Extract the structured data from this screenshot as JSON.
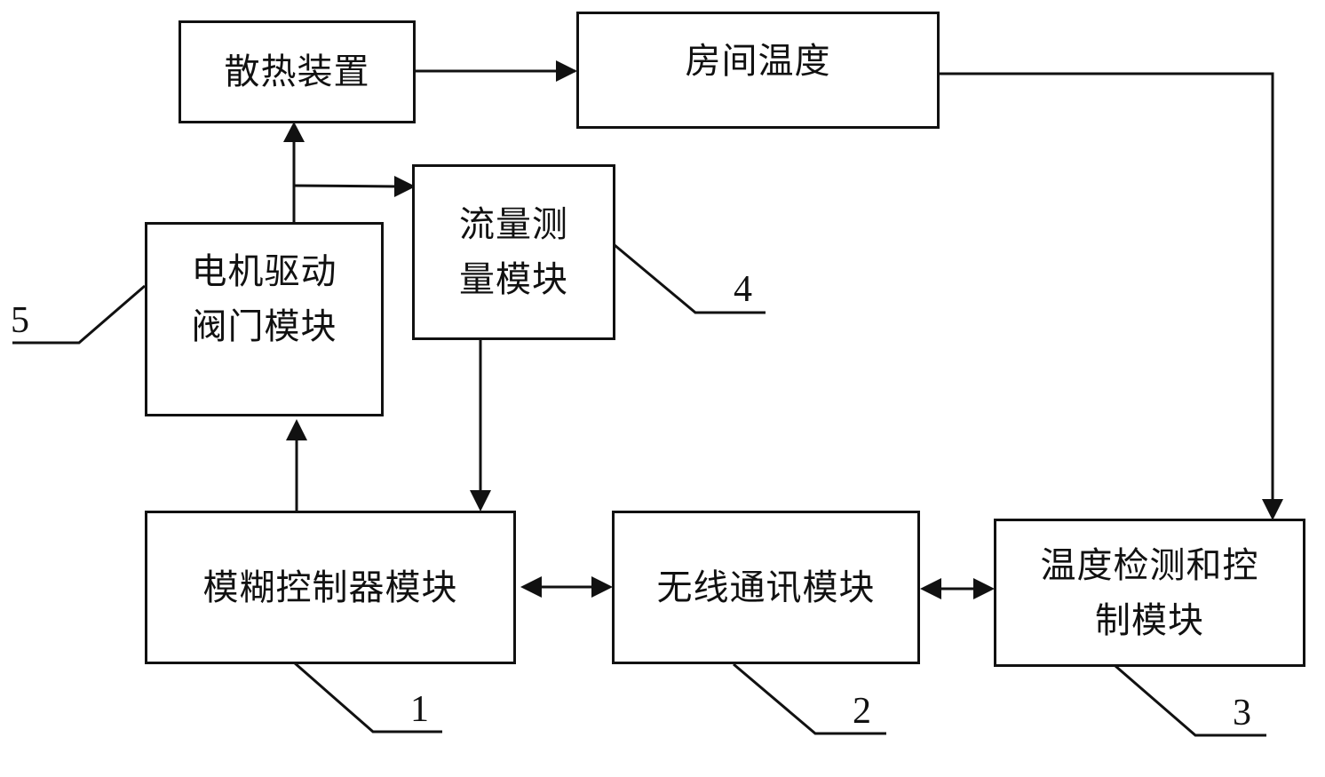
{
  "blocks": {
    "heat_dissipation": {
      "lines": [
        "散热装置"
      ]
    },
    "room_temperature": {
      "lines": [
        "房间温度"
      ]
    },
    "flow_measurement": {
      "lines": [
        "流量测",
        "量模块"
      ]
    },
    "motor_valve": {
      "lines": [
        "电机驱动",
        "阀门模块"
      ]
    },
    "fuzzy_controller": {
      "lines": [
        "模糊控制器模块"
      ]
    },
    "wireless": {
      "lines": [
        "无线通讯模块"
      ]
    },
    "temp_detect_control": {
      "lines": [
        "温度检测和控",
        "制模块"
      ]
    }
  },
  "references": {
    "r1": "1",
    "r2": "2",
    "r3": "3",
    "r4": "4",
    "r5": "5"
  }
}
